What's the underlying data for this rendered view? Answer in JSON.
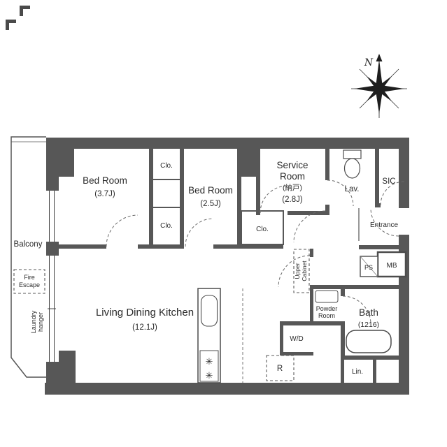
{
  "title": "apartment-floor-plan",
  "colors": {
    "wall": "#575757",
    "ink": "#2b2b2b",
    "line": "#6a6a6a",
    "background": "#ffffff"
  },
  "compass": {
    "north": "N"
  },
  "icons": {
    "stove_burner_glyph": "✳"
  },
  "rooms": {
    "bedroom1": {
      "name": "Bed Room",
      "size": "(3.7J)"
    },
    "bedroom2": {
      "name": "Bed Room",
      "size": "(2.5J)"
    },
    "service": {
      "line1": "Service",
      "line2": "Room",
      "sub": "(納戸)",
      "size": "(2.8J)"
    },
    "ldk": {
      "name": "Living Dining Kitchen",
      "size": "(12.1J)"
    },
    "bath": {
      "name": "Bath",
      "size": "(1216)"
    },
    "lav": {
      "name": "Lav."
    },
    "sic": {
      "name": "SIC"
    },
    "entrance": {
      "name": "Entrance"
    },
    "balcony": {
      "name": "Balcony"
    },
    "powder": {
      "line1": "Powder",
      "line2": "Room"
    },
    "wd": {
      "name": "W/D"
    },
    "refrigerator": {
      "name": "R"
    },
    "linen": {
      "name": "Lin."
    },
    "mb": {
      "name": "MB"
    },
    "ps": {
      "name": "PS"
    },
    "clo_top": {
      "name": "Clo."
    },
    "clo_bottom": {
      "name": "Clo."
    },
    "clo_service": {
      "name": "Clo."
    },
    "fire_escape": {
      "line1": "Fire",
      "line2": "Escape"
    },
    "laundry_hanger": {
      "line1": "Laundry",
      "line2": "hanger"
    },
    "upper_cabinet": {
      "line1": "Upper",
      "line2": "Cabinet"
    }
  }
}
